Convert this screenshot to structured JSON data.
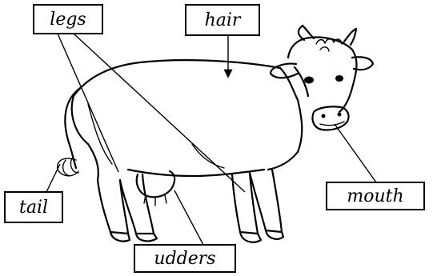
{
  "labels": {
    "legs": "legs",
    "hair": "hair",
    "mouth": "mouth",
    "tail": "tail",
    "udders": "udders"
  }
}
